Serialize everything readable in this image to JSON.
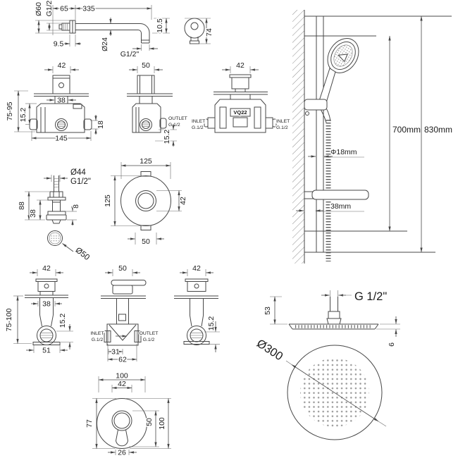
{
  "arm": {
    "dia60": "Ø60",
    "thread": "G1/2",
    "len65": "65",
    "len335": "335",
    "depth95": "9.5",
    "dia24": "Ø24",
    "drop105": "10.5",
    "outlet": "G1/2\""
  },
  "elbow": {
    "h74": "74"
  },
  "rail": {
    "h700": "700mm",
    "h830": "830mm",
    "dia18": "Φ18mm",
    "off38": "38mm"
  },
  "v1": {
    "w42": "42",
    "w38": "38",
    "range": "75-95",
    "d152": "15.2",
    "off18": "18",
    "w145": "145"
  },
  "v2": {
    "w50": "50",
    "out1": "OUTLET",
    "out2": "G.1/2",
    "d152": "15.2"
  },
  "v3": {
    "w42": "42",
    "model": "VQ22",
    "in_l1": "INLET",
    "in_l2": "G.1/2",
    "in_r1": "INLET",
    "in_r2": "G.1/2"
  },
  "jet": {
    "dia44": "Ø44",
    "thread": "G1/2\"",
    "h88": "88",
    "h38": "38",
    "t8": "8",
    "face": "Ø50"
  },
  "plate": {
    "w125": "125",
    "h125": "125",
    "hub42": "42",
    "tab50": "50"
  },
  "sa": {
    "w42": "42",
    "w38": "38",
    "range": "75-100",
    "d152": "15.2",
    "base51": "51"
  },
  "sb": {
    "w50": "50",
    "in1": "INLET",
    "in2": "G.1/2",
    "out1": "OUTLET",
    "out2": "G.1/2",
    "half31": "31",
    "full62": "62"
  },
  "sc": {
    "w42": "42",
    "d152": "15.2"
  },
  "trim": {
    "w100": "100",
    "hub42": "42",
    "h77": "77",
    "h50": "50",
    "h100": "100",
    "w26": "26"
  },
  "head": {
    "thread": "G 1/2\"",
    "stem53": "53",
    "t6": "6",
    "dia300": "Ø300"
  }
}
